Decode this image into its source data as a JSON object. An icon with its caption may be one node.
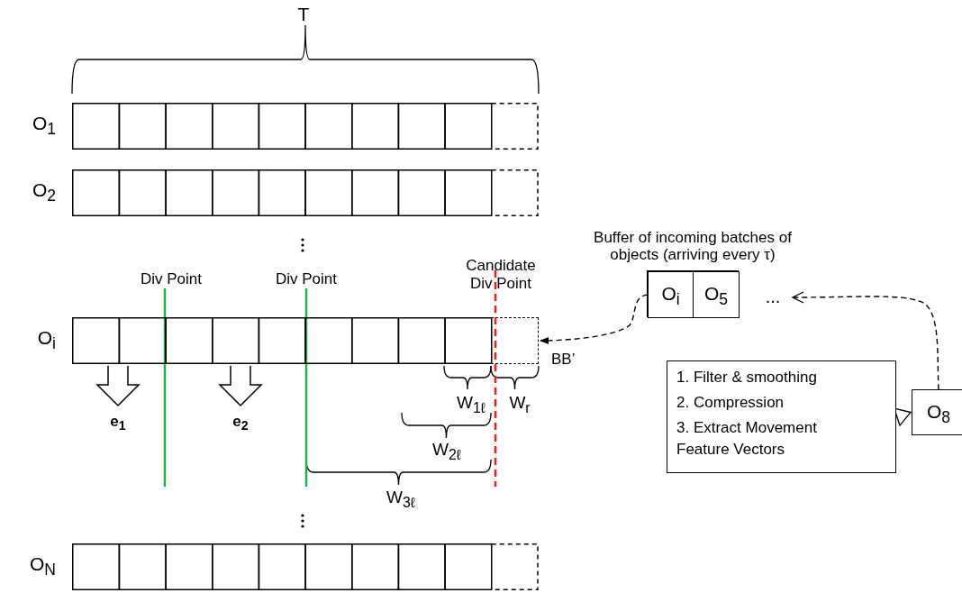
{
  "diagram": {
    "nodes": [
      {
        "text": [
          "O$_{1}$"
        ]
      },
      {
        "text": [
          "O$_{2}$"
        ]
      },
      {
        "text": [
          "Buffer of incoming batches of objects (arriving every τ)"
        ]
      },
      {
        "text": [
          "O$_{i}$"
        ],
        "in": 2
      },
      {
        "text": [
          "O$_{5}$"
        ],
        "in": 2
      },
      {
        "text": [
          "..."
        ]
      },
      {
        "text": [
          "O$_{i}$"
        ]
      },
      {
        "text": [],
        "shape": "box"
      },
      {
        "text": [
          "1. Filter & smoothing",
          "2. Compression",
          "3. Extract Movement Feature Vectors"
        ]
      },
      {
        "text": [
          "O$_{8}$"
        ]
      },
      {
        "text": [
          "e$_{1}$"
        ]
      },
      {
        "text": [
          "e$_{2}$"
        ]
      },
      {
        "text": [
          "O$_{N}$"
        ]
      }
    ],
    "edges": [
      {
        "from": 3,
        "to": 7,
        "arrow": "to",
        "style": "dashed",
        "label": "BB’"
      },
      {
        "from": 6,
        "to": 10,
        "arrow": "to",
        "style": "thick"
      },
      {
        "from": 6,
        "to": 11,
        "arrow": "to",
        "style": "thick"
      },
      {
        "from": 8,
        "to": 9,
        "arrow": "to"
      },
      {
        "from": 9,
        "to": 5,
        "arrow": "to",
        "style": "dashed"
      }
    ],
    "labels": [
      "T",
      "Div Point",
      "Div Point",
      "Candidate Div Point",
      "W$_{1ℓ}$",
      "W$_{r}$",
      "W$_{2ℓ}$",
      "W$_{3ℓ}$"
    ]
  }
}
